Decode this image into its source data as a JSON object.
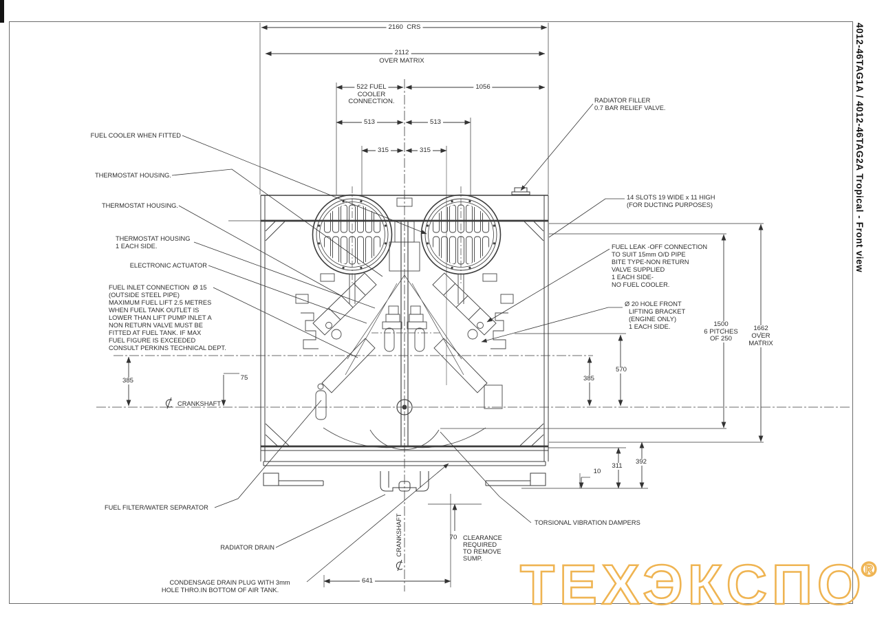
{
  "title": "4012-46TAG1A / 4012-46TAG2A Tropical - Front view",
  "watermark": {
    "text": "ТЕХЭКСПО",
    "reg": "®",
    "color": "#EFB452"
  },
  "dims": {
    "crs2160": "2160  CRS",
    "d2112": "2112",
    "d2112b": "OVER MATRIX",
    "d522a": "522 FUEL",
    "d522b": "COOLER",
    "d522c": "CONNECTION.",
    "d1056": "1056",
    "d513l": "513",
    "d513r": "513",
    "d315l": "315",
    "d315r": "315",
    "d385l": "385",
    "d75": "75",
    "d385r": "385",
    "d570": "570",
    "p1500a": "1500",
    "p1500b": "6 PITCHES",
    "p1500c": "OF 250",
    "m1662a": "1662",
    "m1662b": "OVER",
    "m1662c": "MATRIX",
    "d311": "311",
    "d392": "392",
    "d10": "10",
    "d641": "641",
    "d70": "70"
  },
  "labels": {
    "fuel_cooler_when_fitted": "FUEL COOLER WHEN FITTED",
    "thermostat_housing_1": "THERMOSTAT HOUSING.",
    "thermostat_housing_2": "THERMOSTAT HOUSING.",
    "thermostat_housing_3a": "THERMOSTAT HOUSING",
    "thermostat_housing_3b": "1 EACH SIDE.",
    "electronic_actuator": "ELECTRONIC ACTUATOR",
    "fuel_inlet": [
      "FUEL INLET CONNECTION  Ø 15",
      "(OUTSIDE STEEL PIPE)",
      "MAXIMUM FUEL LIFT 2.5 METRES",
      "WHEN FUEL TANK OUTLET IS",
      "LOWER THAN LIFT PUMP INLET A",
      "NON RETURN VALVE MUST BE",
      "FITTED AT FUEL TANK. IF MAX",
      "FUEL FIGURE IS EXCEEDED",
      "CONSULT PERKINS TECHNICAL DEPT."
    ],
    "crankshaft_left": "CRANKSHAFT",
    "crankshaft_bottom": "CRANKSHAFT",
    "fuel_filter": "FUEL FILTER/WATER SEPARATOR",
    "radiator_drain": "RADIATOR DRAIN",
    "condensage_a": "CONDENSAGE DRAIN PLUG WITH 3mm",
    "condensage_b": "HOLE THRO.IN BOTTOM OF AIR TANK.",
    "radiator_filler_a": "RADIATOR FILLER",
    "radiator_filler_b": "0.7 BAR RELIEF VALVE.",
    "slots_a": "14 SLOTS 19 WIDE x 11 HIGH",
    "slots_b": "(FOR DUCTING PURPOSES)",
    "leak_off": [
      "FUEL LEAK -OFF CONNECTION",
      "TO SUIT 15mm O/D PIPE",
      "BITE TYPE-NON RETURN",
      "VALVE SUPPLIED",
      "1 EACH SIDE-",
      "NO FUEL COOLER."
    ],
    "hole20": [
      "Ø 20 HOLE FRONT",
      "LIFTING BRACKET",
      "(ENGINE ONLY)",
      "1 EACH SIDE."
    ],
    "torsional": "TORSIONAL VIBRATION DAMPERS",
    "clearance": [
      "CLEARANCE",
      "REQUIRED",
      "TO REMOVE",
      "SUMP."
    ]
  }
}
